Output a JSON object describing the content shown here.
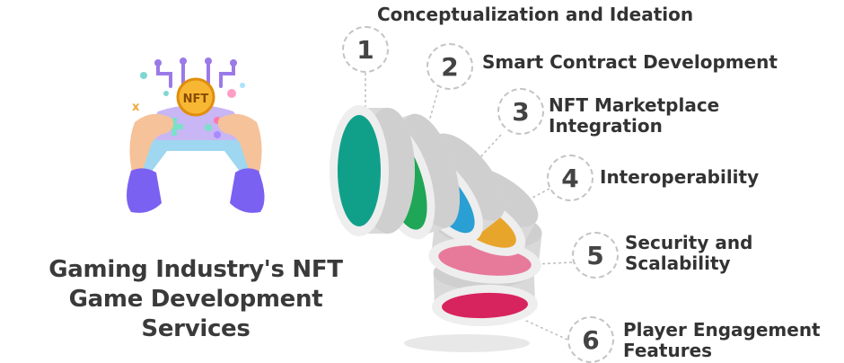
{
  "title_lines": [
    "Gaming Industry's NFT",
    "Game Development",
    "Services"
  ],
  "nft_badge": "NFT",
  "steps": [
    {
      "number": "1",
      "label_lines": [
        "Conceptualization and Ideation"
      ],
      "color": "#10a08a"
    },
    {
      "number": "2",
      "label_lines": [
        "Smart Contract Development"
      ],
      "color": "#1fa656"
    },
    {
      "number": "3",
      "label_lines": [
        "NFT Marketplace",
        "Integration"
      ],
      "color": "#2a9fd3"
    },
    {
      "number": "4",
      "label_lines": [
        "Interoperability"
      ],
      "color": "#e8a52c"
    },
    {
      "number": "5",
      "label_lines": [
        "Security and",
        "Scalability"
      ],
      "color": "#e77a9a"
    },
    {
      "number": "6",
      "label_lines": [
        "Player Engagement",
        "Features"
      ],
      "color": "#d8245e"
    }
  ]
}
